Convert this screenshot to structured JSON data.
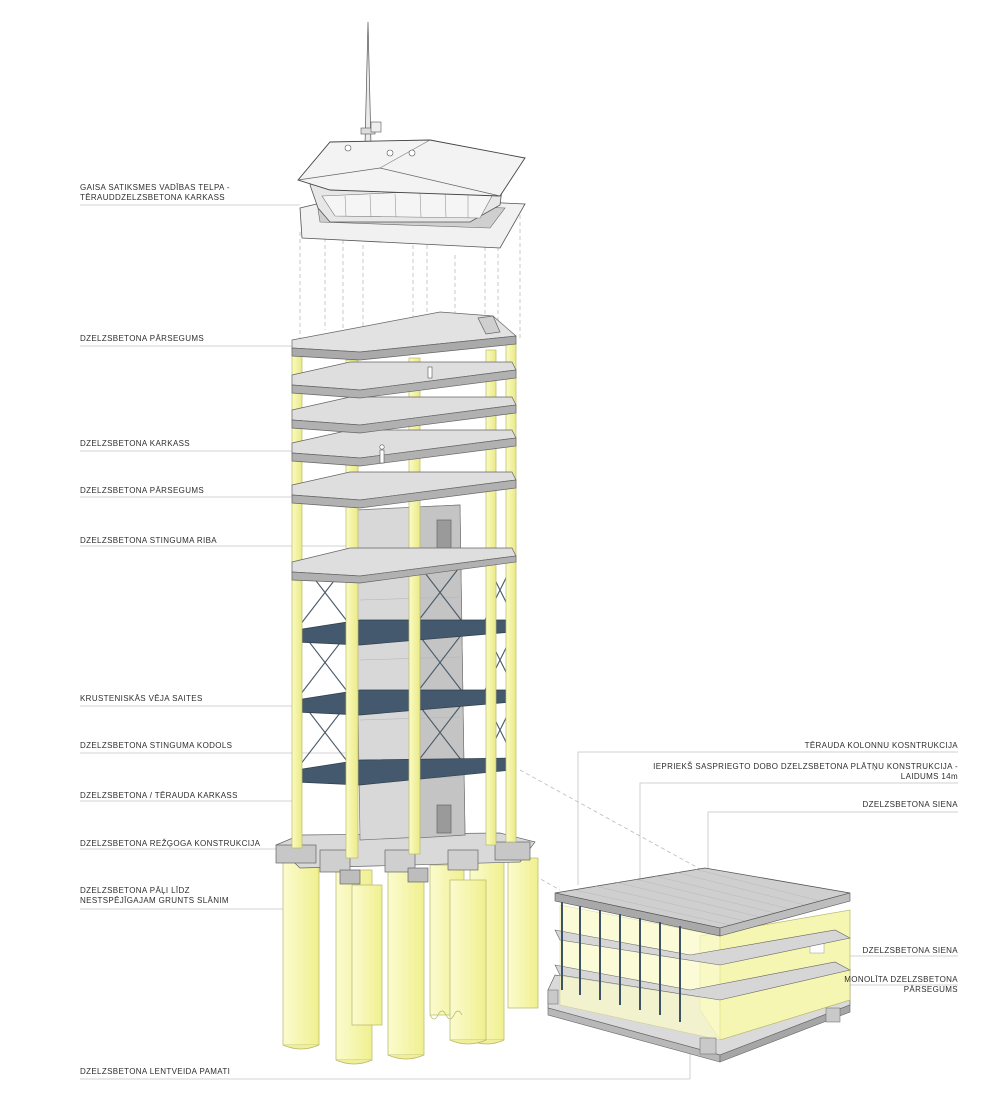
{
  "labels_left": [
    {
      "id": "air-traffic-room",
      "lines": [
        "GAISA SATIKSMES VADĪBAS TELPA -",
        "TĒRAUDDZELZSBETONA KARKASS"
      ]
    },
    {
      "id": "rc-slab-top",
      "lines": [
        "DZELZSBETONA PĀRSEGUMS"
      ]
    },
    {
      "id": "rc-frame",
      "lines": [
        "DZELZSBETONA KARKASS"
      ]
    },
    {
      "id": "rc-slab-mid",
      "lines": [
        "DZELZSBETONA PĀRSEGUMS"
      ]
    },
    {
      "id": "rc-stiffening-edge",
      "lines": [
        "DZELZSBETONA STINGUMA RIBA"
      ]
    },
    {
      "id": "cross-wind-bracing",
      "lines": [
        "KRUSTENISKĀS VĒJA SAITES"
      ]
    },
    {
      "id": "rc-stiffening-core",
      "lines": [
        "DZELZSBETONA STINGUMA KODOLS"
      ]
    },
    {
      "id": "rc-steel-frame",
      "lines": [
        "DZELZSBETONA / TĒRAUDA KARKASS"
      ]
    },
    {
      "id": "rc-grillage",
      "lines": [
        "DZELZSBETONA REŽĢOGA KONSTRUKCIJA"
      ]
    },
    {
      "id": "rc-piles",
      "lines": [
        "DZELZSBETONA PĀĻI LĪDZ",
        "NESTSPĒJĪGAJAM GRUNTS SLĀNIM"
      ]
    },
    {
      "id": "rc-strip-foundation",
      "lines": [
        "DZELZSBETONA LENTVEIDA PAMATI"
      ]
    }
  ],
  "labels_right": [
    {
      "id": "steel-column",
      "lines": [
        "TĒRAUDA KOLONNU KOSNTRUKCIJA"
      ]
    },
    {
      "id": "prestressed-slab",
      "lines": [
        "IEPRIEKŠ  SASPRIEGTO DOBO DZELZSBETONA PLĀTŅU KONSTRUKCIJA -",
        "LAIDUMS 14m"
      ]
    },
    {
      "id": "rc-wall-top",
      "lines": [
        "DZELZSBETONA SIENA"
      ]
    },
    {
      "id": "rc-wall-side",
      "lines": [
        "DZELZSBETONA SIENA"
      ]
    },
    {
      "id": "monolithic-slab",
      "lines": [
        "MONOLĪTA DZELZSBETONA",
        "PĀRSEGUMS"
      ]
    }
  ],
  "colors": {
    "column_yellow": "#f6f6a6",
    "column_edge": "#c9c96a",
    "slab_top": "#dcdcdc",
    "slab_side": "#a9a9a9",
    "core": "#d6d6d6",
    "brace_blue": "#3f5366",
    "line": "#555555",
    "leader": "#bdbdbd"
  }
}
